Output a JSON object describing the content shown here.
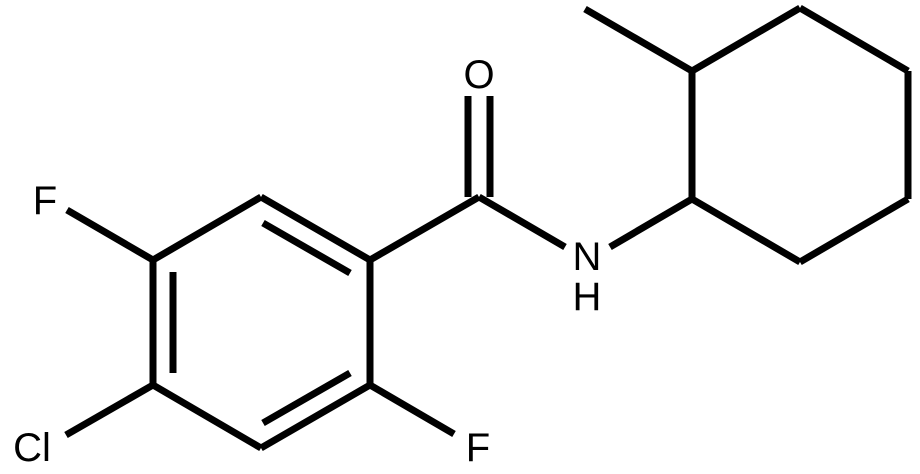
{
  "molecule": {
    "atoms": {
      "oxygen": "O",
      "nitrogen": "N",
      "hydrogen": "H",
      "fluorine_top": "F",
      "fluorine_bottom": "F",
      "chlorine": "Cl"
    },
    "colors": {
      "bond": "#000000",
      "label": "#000000",
      "background": "#ffffff"
    }
  }
}
